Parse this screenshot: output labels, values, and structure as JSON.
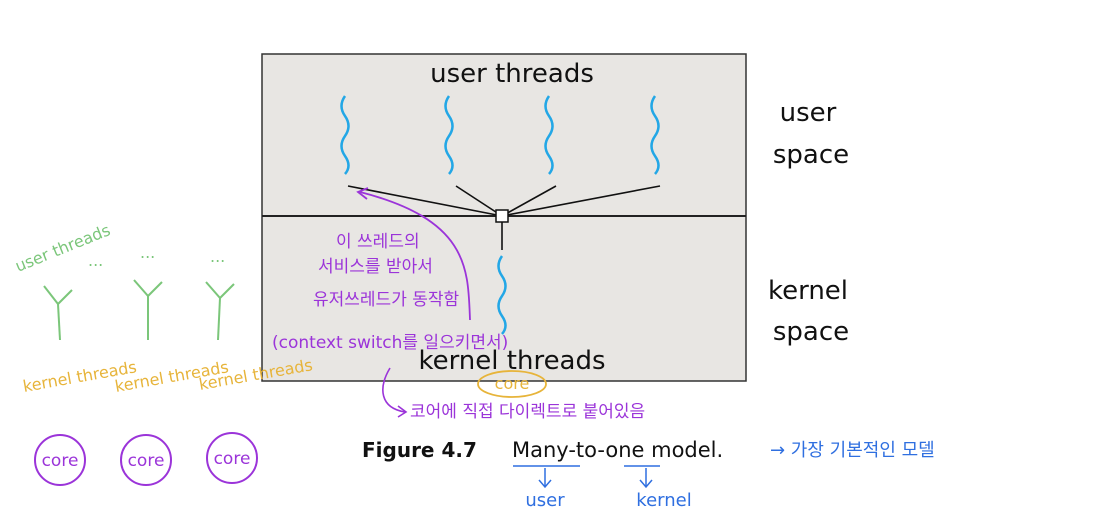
{
  "diagram": {
    "user_threads_label": "user threads",
    "kernel_threads_label": "kernel threads",
    "user_space_label_line1": "user",
    "user_space_label_line2": "space",
    "kernel_space_label_line1": "kernel",
    "kernel_space_label_line2": "space",
    "figure_number": "Figure 4.7",
    "figure_caption": "Many-to-one model."
  },
  "annotations": {
    "note_line1": "이 쓰레드의",
    "note_line2": "서비스를 받아서",
    "note_line3": "유저쓰레드가 동작함",
    "note_line4": "(context switch를 일으키면서)",
    "core_label": "core",
    "direct_note": "코어에 직접 다이렉트로 붙어있음",
    "basic_model_note": "→ 가장 기본적인 모델",
    "many_points_to": "user",
    "one_points_to": "kernel",
    "left_user_threads": "user threads",
    "ellipsis": "...",
    "kernel_threads_small": "kernel threads",
    "core_circle_label": "core"
  },
  "colors": {
    "box_fill": "#e8e6e3",
    "thread_blue": "#23a7e6",
    "purple": "#9b34d9",
    "green": "#7bc67a",
    "yellow": "#e7b43a",
    "blue_note": "#2f6fe0"
  }
}
